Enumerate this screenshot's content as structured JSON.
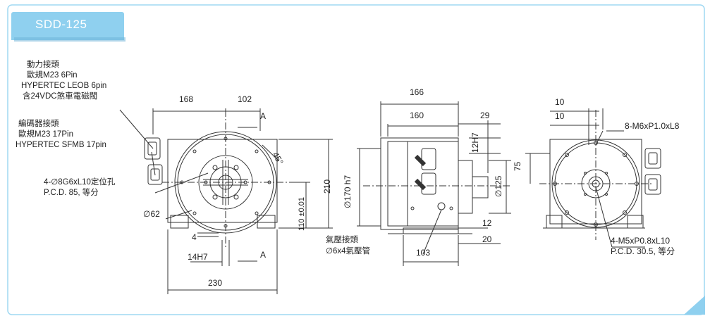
{
  "model": "SDD-125",
  "labels": {
    "power_connector": [
      "動力接頭",
      "歐規M23 6Pin",
      "HYPERTEC LEOB 6pin",
      "含24VDC煞車電磁閥"
    ],
    "encoder_connector": [
      "編碼器接頭",
      "歐規M23 17Pin",
      "HYPERTEC SFMB 17pin"
    ],
    "locating_holes": [
      "4-∅8G6xL10定位孔",
      "P.C.D. 85, 等分"
    ],
    "air_fitting": [
      "氣壓接頭",
      "∅6x4氣壓管"
    ],
    "front_thread": "8-M6xP1.0xL8",
    "rear_thread": [
      "4-M5xP0.8xL10",
      "P.C.D. 30.5, 等分"
    ]
  },
  "dimensions": {
    "front": {
      "top_left": "168",
      "top_right": "102",
      "section_top": "A",
      "section_bottom": "A",
      "angle": "45°",
      "height": "210",
      "center_height": "110 ±0.01",
      "dia": "∅62",
      "slot": "4",
      "key": "14H7",
      "width": "230"
    },
    "side": {
      "top1": "166",
      "top2": "160",
      "top3": "29",
      "bore": "12H7",
      "dia_body": "∅170 h7",
      "dia_pilot": "∅125",
      "d12": "12",
      "d20": "20",
      "d103": "103"
    },
    "rear": {
      "top1": "10",
      "top2": "10",
      "side": "75"
    }
  },
  "colors": {
    "accent": "#8fd0ef",
    "frame": "#9fd8f2",
    "line": "#333333"
  }
}
